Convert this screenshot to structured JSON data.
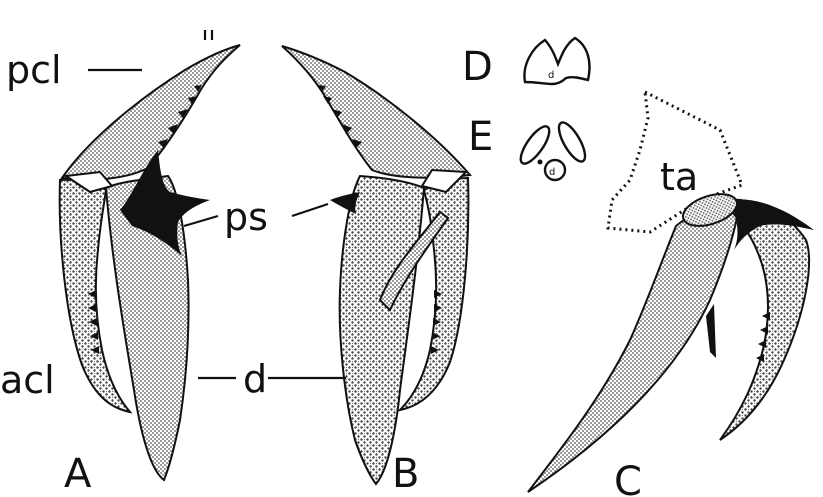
{
  "figure": {
    "panel_labels": {
      "a": "A",
      "b": "B",
      "c": "C",
      "d": "D",
      "e": "E"
    },
    "part_labels": {
      "pcl": "pcl",
      "ps": "ps",
      "acl": "acl",
      "d": "d",
      "ta": "ta"
    },
    "inset_labels": {
      "d_inset": "d",
      "e_inset": "d"
    },
    "colors": {
      "ink": "#111111",
      "stipple": "#bdbdbd",
      "background": "#ffffff"
    }
  }
}
